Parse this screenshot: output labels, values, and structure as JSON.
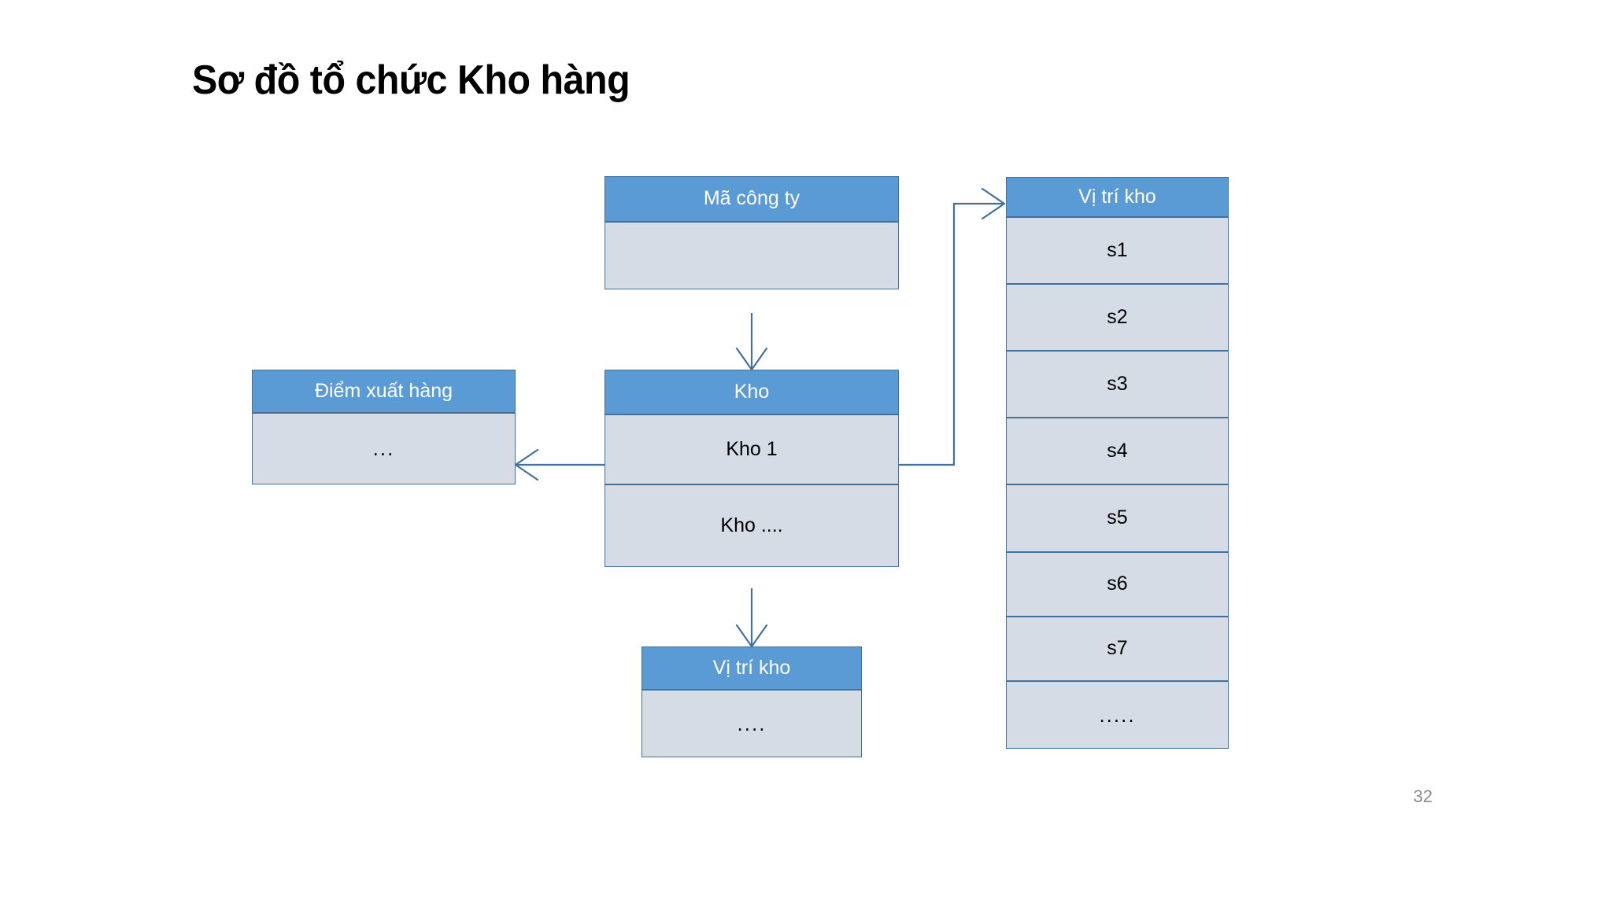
{
  "slide": {
    "title": "Sơ đồ tổ chức Kho hàng",
    "page_number": "32",
    "background_color": "#FFFFFF"
  },
  "theme": {
    "header_fill": "#5B9BD5",
    "body_fill": "#D6DCE5",
    "border_color": "#41719C",
    "header_text_color": "#FFFFFF",
    "body_text_color": "#000000",
    "connector_color": "#41719C",
    "page_number_color": "#8C8C8C"
  },
  "boxes": {
    "company": {
      "header": "Mã công ty",
      "rows": [
        ""
      ]
    },
    "warehouse": {
      "header": "Kho",
      "rows": [
        "Kho 1",
        "Kho ...."
      ]
    },
    "shipping_point": {
      "header": "Điểm xuất hàng",
      "rows": [
        "..."
      ]
    },
    "location_bottom": {
      "header": "Vị trí kho",
      "rows": [
        "...."
      ]
    },
    "location_right": {
      "header": "Vị trí kho",
      "rows": [
        "s1",
        "s2",
        "s3",
        "s4",
        "s5",
        "s6",
        "s7",
        "....."
      ]
    }
  },
  "connectors": [
    {
      "name": "company-to-warehouse",
      "from": "company",
      "to": "warehouse",
      "direction": "down"
    },
    {
      "name": "warehouse-to-shipping-point",
      "from": "warehouse",
      "to": "shipping_point",
      "direction": "left"
    },
    {
      "name": "warehouse-to-location-right",
      "from": "warehouse",
      "to": "location_right",
      "direction": "right-up"
    },
    {
      "name": "warehouse-to-location-bottom",
      "from": "warehouse",
      "to": "location_bottom",
      "direction": "down"
    }
  ]
}
